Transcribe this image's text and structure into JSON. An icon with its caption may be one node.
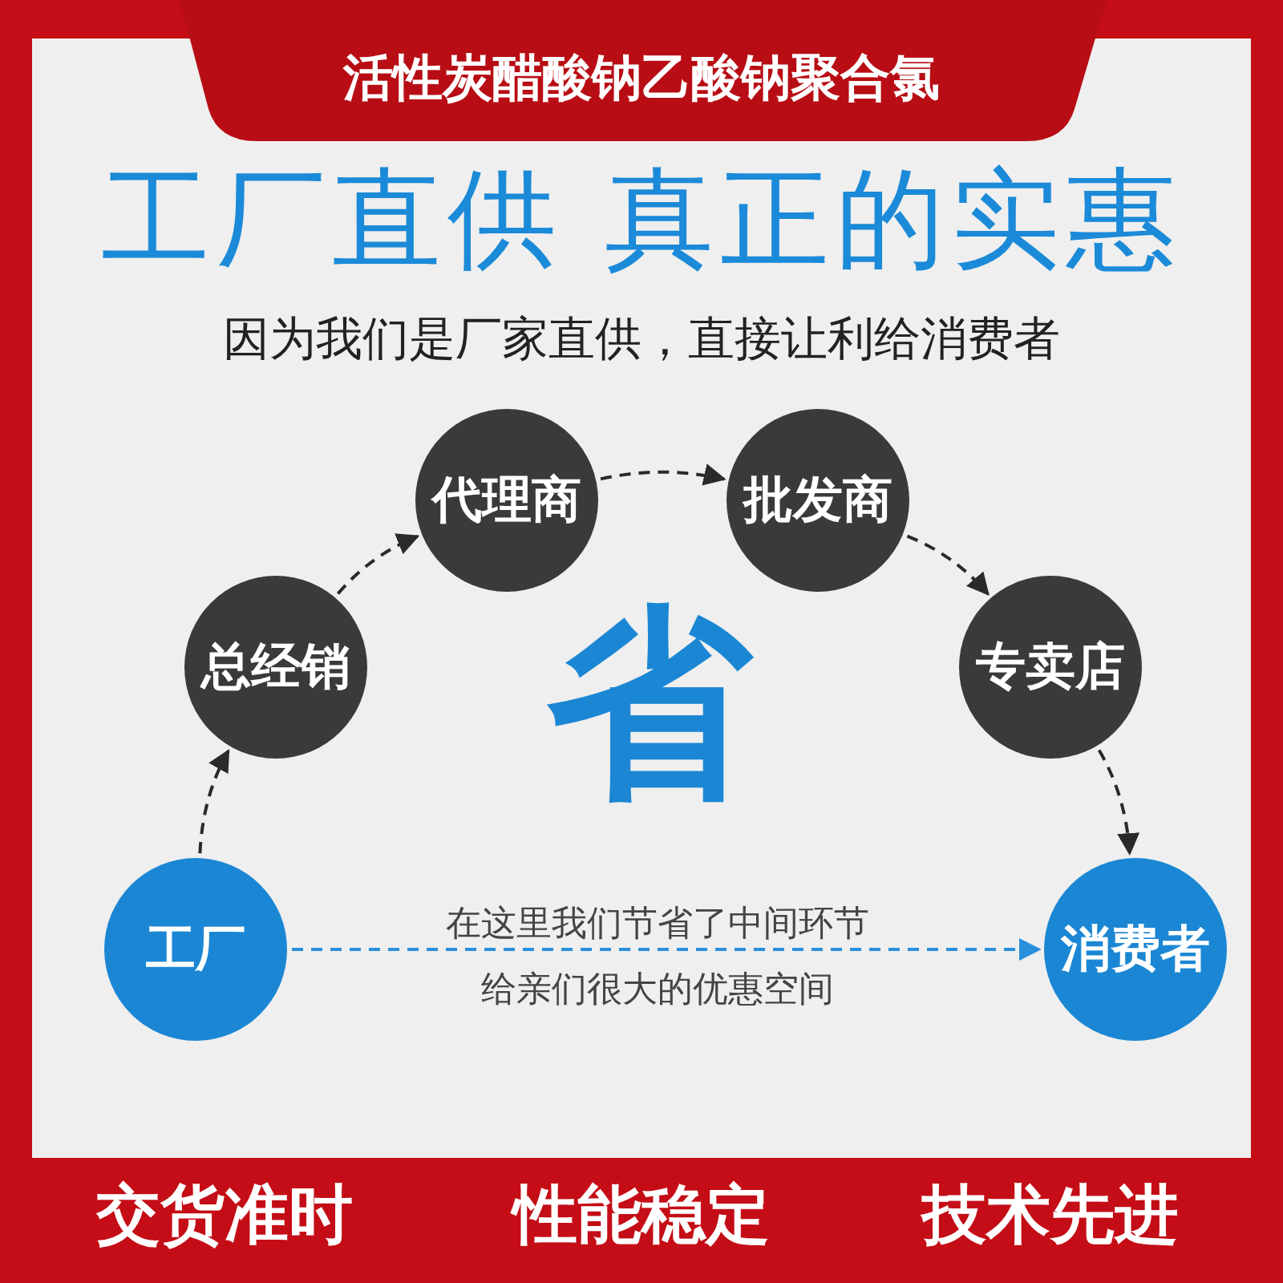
{
  "diagram": {
    "title": "活性炭醋酸钠乙酸钠聚合氯",
    "nodes": [
      {
        "text": [
          "工厂"
        ]
      },
      {
        "text": [
          "总经销"
        ]
      },
      {
        "text": [
          "代理商"
        ]
      },
      {
        "text": [
          "批发商"
        ]
      },
      {
        "text": [
          "专卖店"
        ]
      },
      {
        "text": [
          "消费者"
        ]
      }
    ],
    "edges": [
      {
        "from": 0,
        "to": 1,
        "arrow": "to",
        "style": "dashed"
      },
      {
        "from": 1,
        "to": 2,
        "arrow": "to",
        "style": "dashed"
      },
      {
        "from": 2,
        "to": 3,
        "arrow": "to",
        "style": "dashed"
      },
      {
        "from": 3,
        "to": 4,
        "arrow": "to",
        "style": "dashed"
      },
      {
        "from": 4,
        "to": 5,
        "arrow": "to",
        "style": "dashed"
      },
      {
        "from": 0,
        "to": 5,
        "arrow": "to",
        "style": "dashed",
        "color": "#2a8fdc"
      }
    ],
    "labels": [
      "工厂直供 真正的实惠",
      "因为我们是厂家直供，直接让利给消费者",
      "省",
      "在这里我们节省了中间环节",
      "给亲们很大的优惠空间",
      "交货准时",
      "性能稳定",
      "技术先进"
    ]
  }
}
